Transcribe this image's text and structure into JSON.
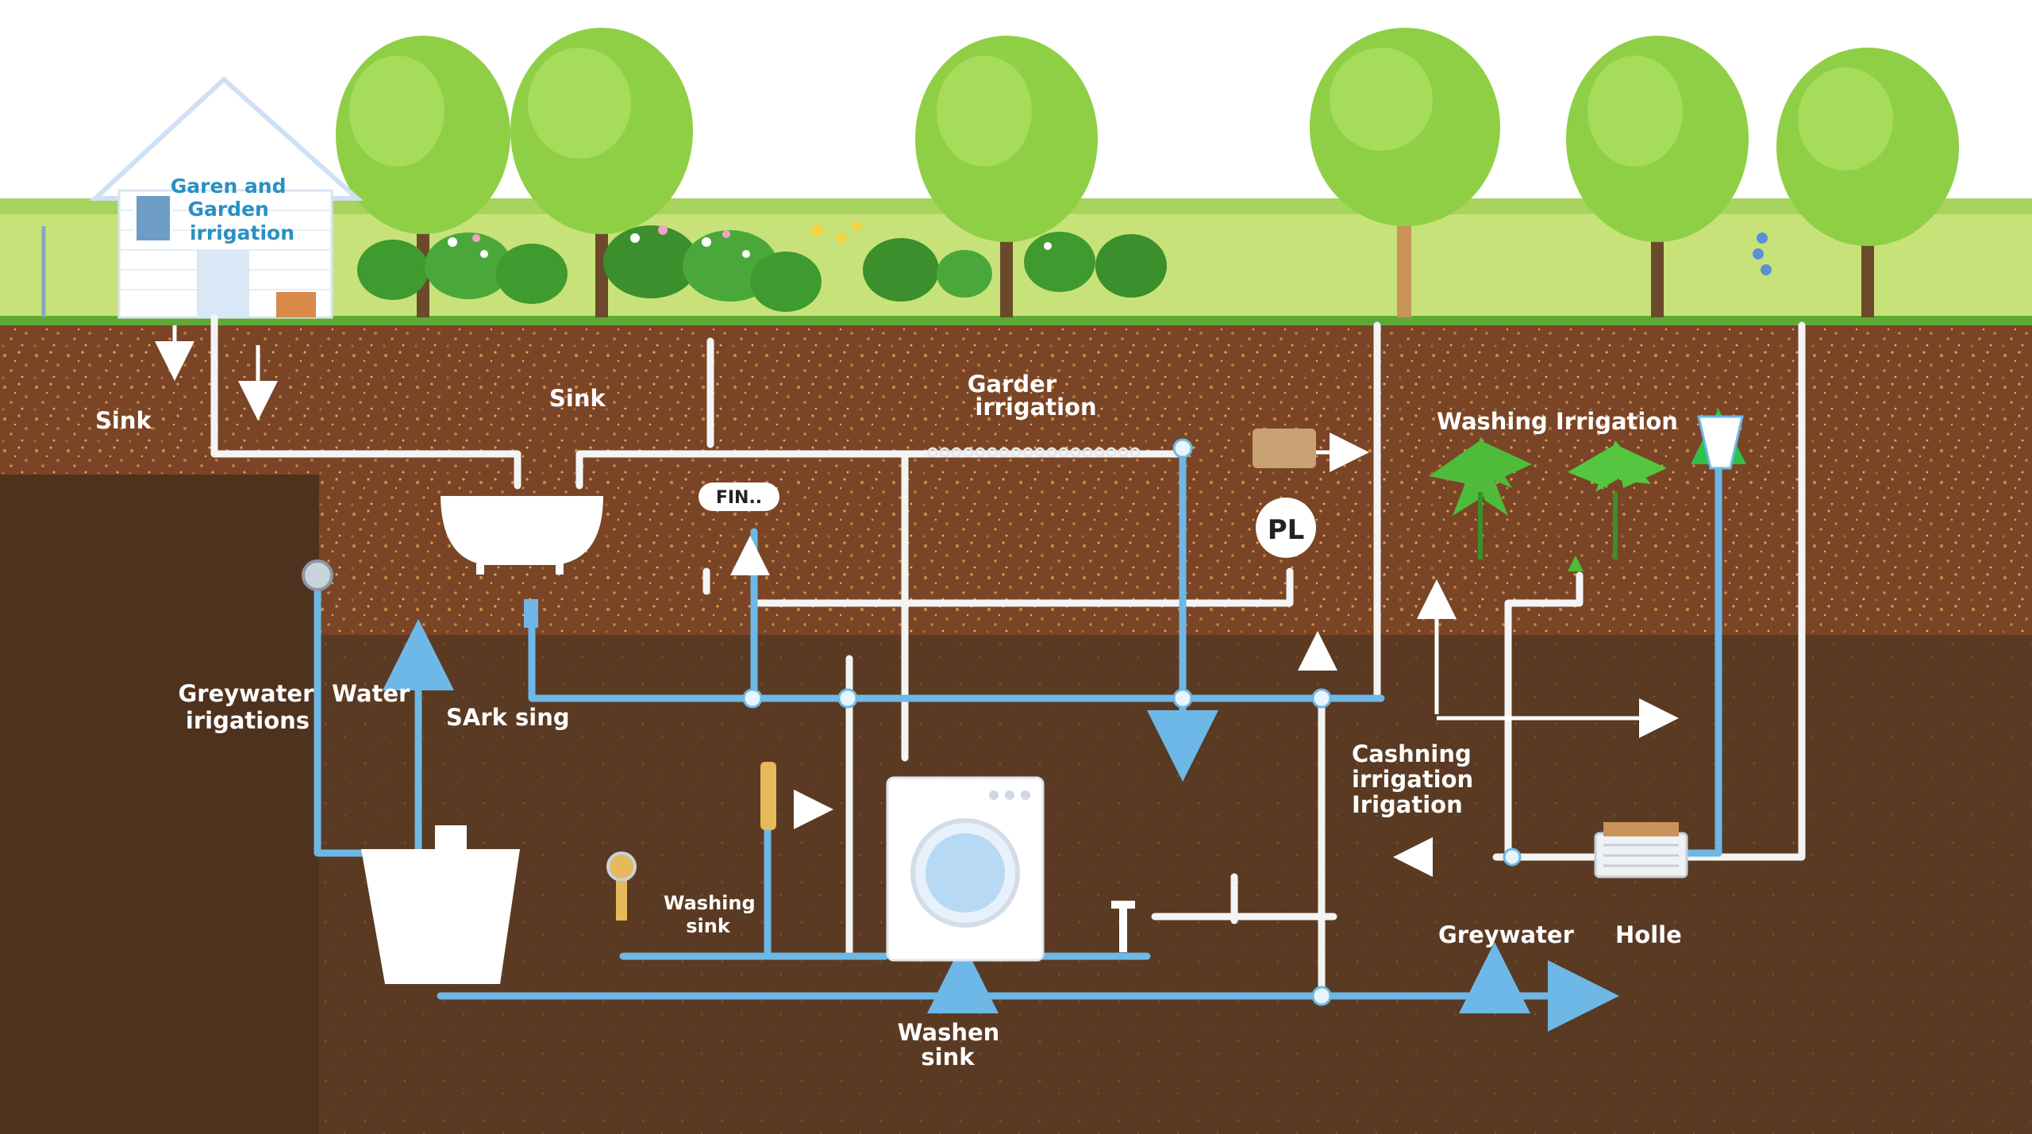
{
  "house": {
    "label_lines": [
      "Garen and",
      "Garden",
      "irrigation"
    ]
  },
  "labels": {
    "sink_left": "Sink",
    "sink_mid": "Sink",
    "garden_irrigation": [
      "Garder",
      "irrigation"
    ],
    "washing_irrigation": "Washing Irrigation",
    "fin_tag": "FIN..",
    "pl_gauge": "PL",
    "greywater_irrigations": [
      "Greywater",
      "irigations"
    ],
    "water": "Water",
    "sark_sing": "SArk sing",
    "cashning": [
      "Cashning",
      "irrigation",
      "Irigation"
    ],
    "washing_sink": [
      "Washing",
      "sink"
    ],
    "washen_sink": [
      "Washen",
      "sink"
    ],
    "greywater_right": "Greywater",
    "holle": "Holle"
  },
  "colors": {
    "sky": "#ffffff",
    "grass": "#c8e27a",
    "topsoil": "#7a4526",
    "subsoil": "#5a3a22",
    "deep_soil": "#4f321e",
    "pipe_white": "#f4f4f4",
    "pipe_blue": "#6db8e6",
    "foliage": "#8fcf45",
    "trunk": "#6b4a2b"
  }
}
